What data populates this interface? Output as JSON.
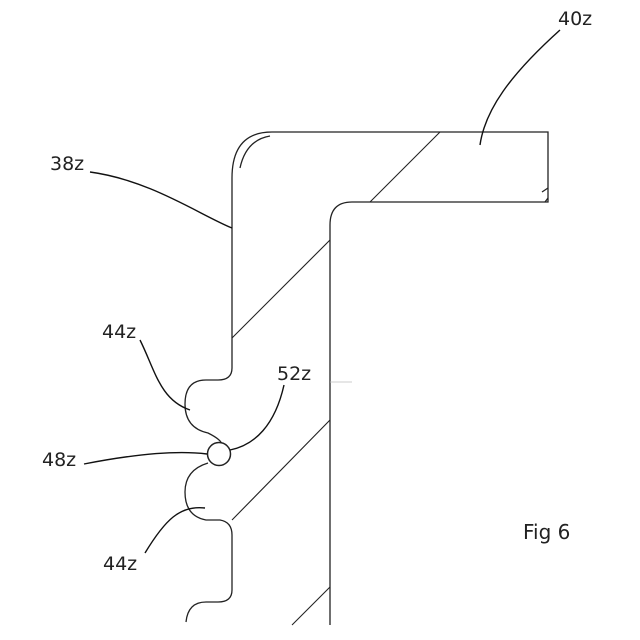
{
  "figure_label": "Fig 6",
  "labels": {
    "l40z": "40z",
    "l38z": "38z",
    "l44z_top": "44z",
    "l52z": "52z",
    "l48z": "48z",
    "l44z_bottom": "44z"
  },
  "colors": {
    "line": "#222222",
    "background": "#ffffff"
  }
}
